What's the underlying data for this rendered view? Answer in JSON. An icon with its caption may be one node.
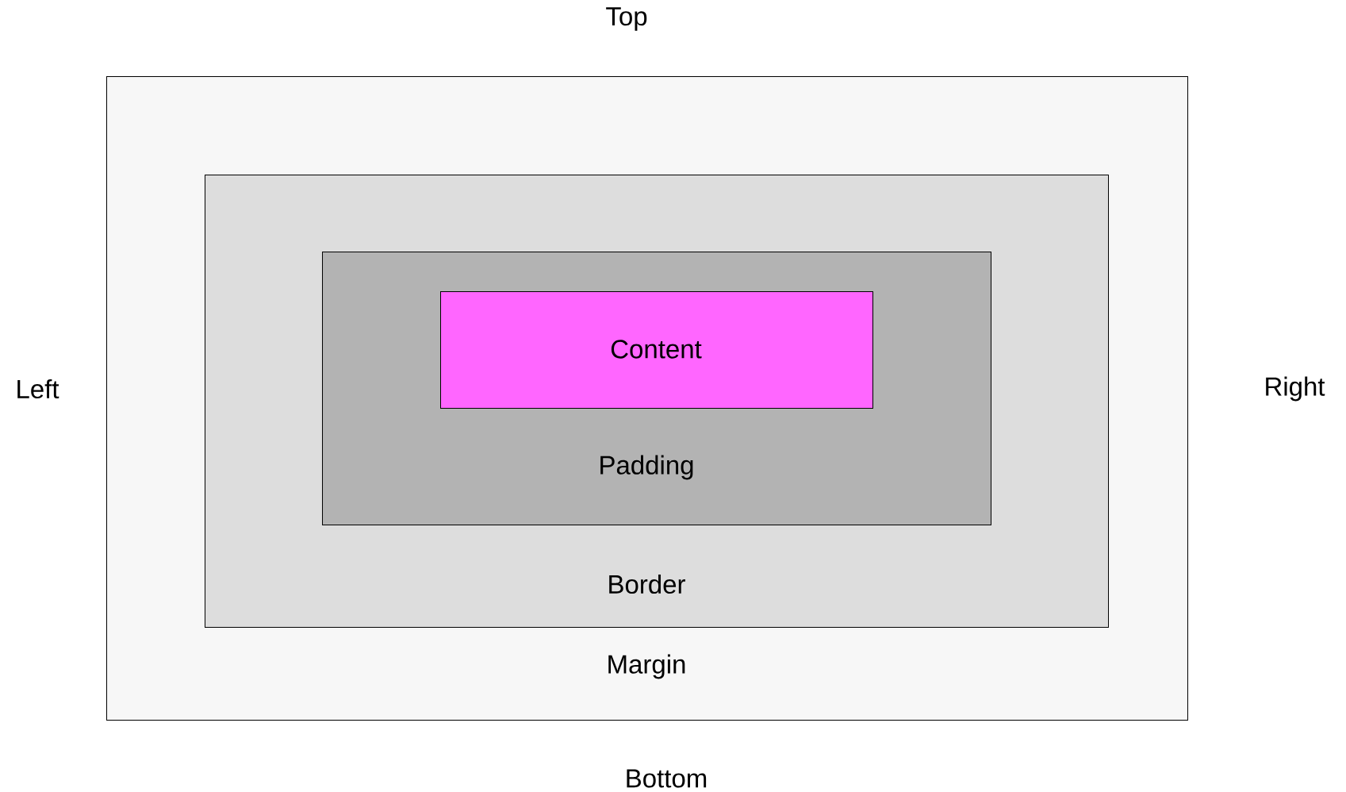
{
  "diagram": {
    "nodes": [
      {
        "text": [
          "Margin"
        ]
      },
      {
        "text": [
          "Border"
        ],
        "in": 0
      },
      {
        "text": [
          "Padding"
        ],
        "in": 1
      },
      {
        "text": [
          "Content"
        ],
        "in": 2
      }
    ],
    "labels": [
      "Top",
      "Left",
      "Right",
      "Bottom"
    ]
  }
}
